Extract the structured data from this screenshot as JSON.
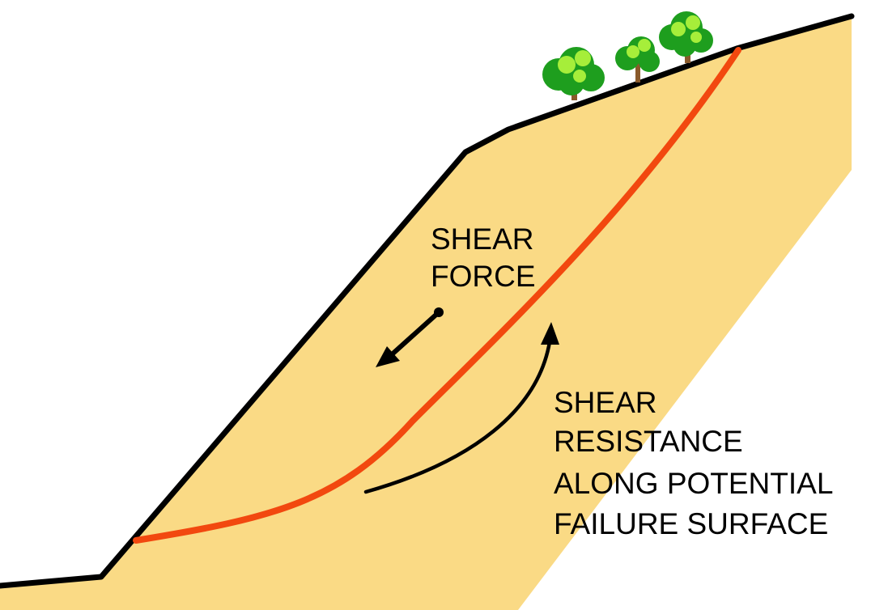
{
  "colors": {
    "soil": "#FADA85",
    "ground_line": "#000000",
    "failure_surface": "#F2480F",
    "tree_dark": "#1E9E1E",
    "tree_light": "#A6EE3A",
    "trunk": "#8A5A2B"
  },
  "labels": {
    "shear_force": [
      "SHEAR",
      "FORCE"
    ],
    "shear_resistance": [
      "SHEAR",
      "RESISTANCE",
      "ALONG POTENTIAL",
      "FAILURE SURFACE"
    ]
  },
  "icons": {
    "shear_force_arrow": "arrow-down-left-icon",
    "shear_resistance_arrow": "curved-arrow-up-icon",
    "trees": "tree-icon"
  }
}
